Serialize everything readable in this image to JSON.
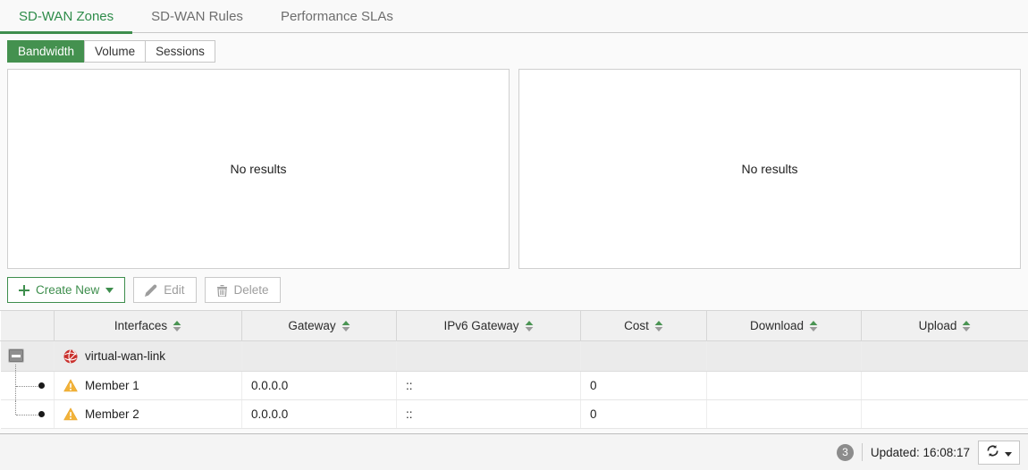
{
  "tabs": [
    {
      "label": "SD-WAN Zones",
      "active": true
    },
    {
      "label": "SD-WAN Rules",
      "active": false
    },
    {
      "label": "Performance SLAs",
      "active": false
    }
  ],
  "subtabs": [
    {
      "label": "Bandwidth",
      "active": true
    },
    {
      "label": "Volume",
      "active": false
    },
    {
      "label": "Sessions",
      "active": false
    }
  ],
  "panels": {
    "left": {
      "empty_text": "No results"
    },
    "right": {
      "empty_text": "No results"
    }
  },
  "toolbar": {
    "create_new_label": "Create New",
    "edit_label": "Edit",
    "delete_label": "Delete"
  },
  "table": {
    "columns": [
      "Interfaces",
      "Gateway",
      "IPv6 Gateway",
      "Cost",
      "Download",
      "Upload"
    ],
    "rows": [
      {
        "type": "zone",
        "icon": "sdwan-zone-icon",
        "name": "virtual-wan-link",
        "gateway": "",
        "ipv6_gateway": "",
        "cost": "",
        "download": "",
        "upload": ""
      },
      {
        "type": "member",
        "icon": "warning-icon",
        "name": "Member 1",
        "gateway": "0.0.0.0",
        "ipv6_gateway": "::",
        "cost": "0",
        "download": "",
        "upload": ""
      },
      {
        "type": "member",
        "icon": "warning-icon",
        "name": "Member 2",
        "gateway": "0.0.0.0",
        "ipv6_gateway": "::",
        "cost": "0",
        "download": "",
        "upload": ""
      }
    ]
  },
  "footer": {
    "count": "3",
    "updated_text": "Updated: 16:08:17"
  },
  "colors": {
    "accent_green": "#3e8e4d",
    "active_subtab_green": "#44914f",
    "warning_yellow": "#f2b239",
    "zone_icon_red": "#c9302c",
    "sort_up_green": "#4a9453",
    "sort_down_gray": "#9a9a9a"
  }
}
